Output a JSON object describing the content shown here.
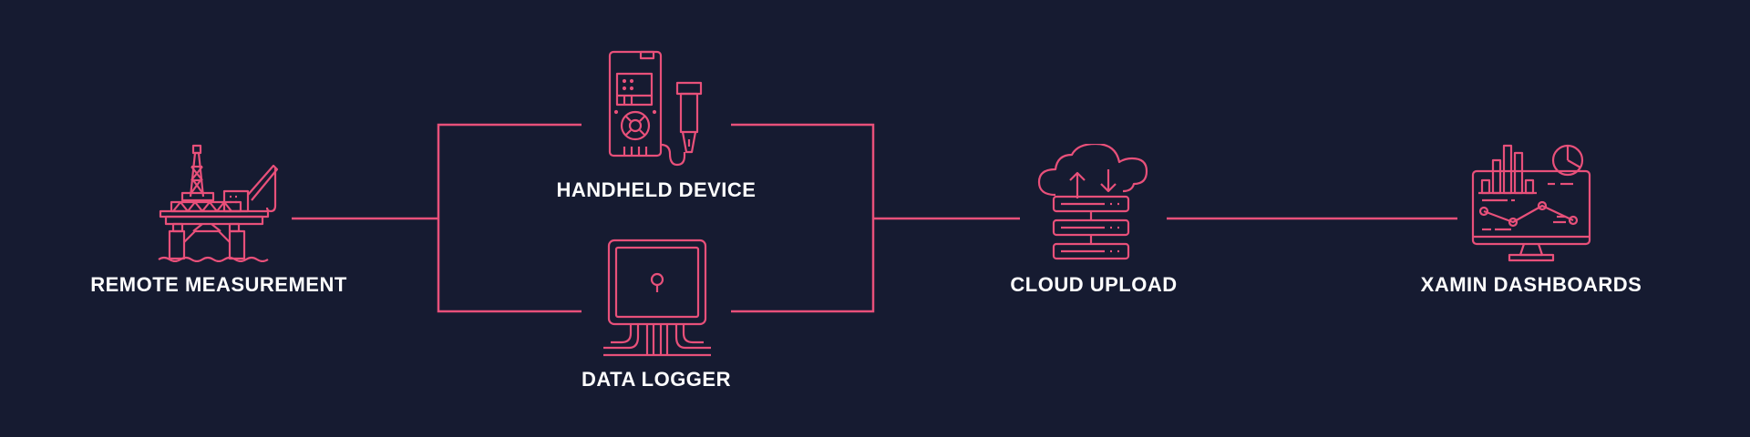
{
  "nodes": {
    "remote": {
      "label": "REMOTE MEASUREMENT",
      "icon": "oil-rig-icon"
    },
    "handheld": {
      "label": "HANDHELD DEVICE",
      "icon": "handheld-meter-icon"
    },
    "logger": {
      "label": "DATA LOGGER",
      "icon": "data-logger-icon"
    },
    "cloud": {
      "label": "CLOUD UPLOAD",
      "icon": "cloud-server-icon"
    },
    "dashboards": {
      "label": "XAMIN DASHBOARDS",
      "icon": "dashboard-monitor-icon"
    }
  },
  "colors": {
    "background": "#161b31",
    "accent": "#e8507a",
    "text": "#ffffff"
  }
}
